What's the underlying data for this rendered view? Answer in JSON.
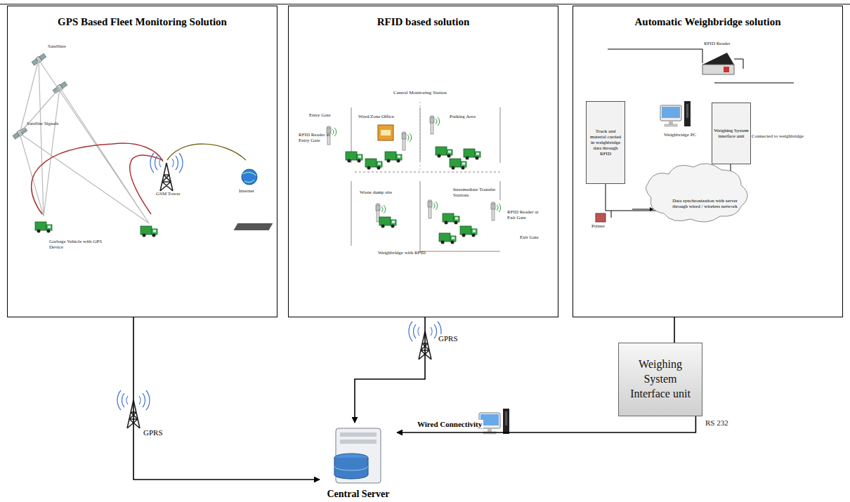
{
  "diagram": {
    "nodes": [
      {
        "text": [
          "GPS Based Fleet Monitoring Solution"
        ]
      },
      {
        "text": [
          "RFID based solution"
        ]
      },
      {
        "text": [
          "Automatic Weighbridge solution"
        ]
      },
      {
        "text": [
          "Truck and material carried in weighbridge data through RFID"
        ],
        "in": 2
      },
      {
        "text": [
          "Weighing System interface unit"
        ],
        "in": 2
      },
      {
        "text": [
          "Data synchronization with server through wired / wireless network"
        ],
        "in": 2
      },
      {
        "text": [
          "Weighing System Interface unit"
        ]
      },
      {
        "text": [
          "Central Server"
        ]
      }
    ],
    "edges": [
      {
        "from": 0,
        "to": 7,
        "arrow": "to",
        "label": "GPRS"
      },
      {
        "from": 1,
        "to": 7,
        "arrow": "to",
        "label": "GPRS"
      },
      {
        "from": 2,
        "to": 6,
        "arrow": "none"
      },
      {
        "from": 6,
        "to": 7,
        "arrow": "to",
        "label": "Wired Connectivity"
      }
    ],
    "labels": [
      "Satellites",
      "Satellite Signals",
      "GSM Tower",
      "Internet",
      "Garbage Vehicle with GPS Device",
      "Central Monitoring Station",
      "Entry Gate",
      "Ward/Zone Office",
      "Parking Area",
      "RFID Reader at Entry Gate",
      "Waste dump site",
      "Intermediate Transfer Stations",
      "RFID Reader at Exit Gate",
      "Exit Gate",
      "Weighbridge with RFID",
      "RFID Reader",
      "Weighbridge PC",
      "Connected to weighbridge",
      "Printer",
      "RS 232"
    ]
  }
}
